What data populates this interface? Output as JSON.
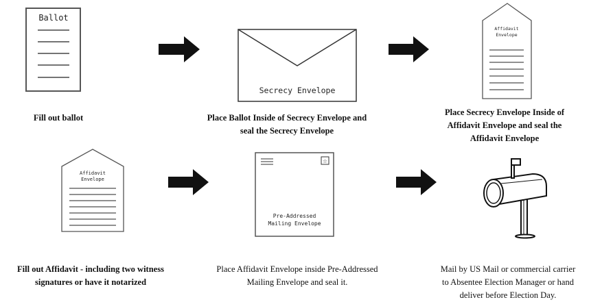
{
  "docs": {
    "ballot_title": "Ballot",
    "secrecy_label": "Secrecy Envelope",
    "affidavit_label_1": "Affidavit\nEnvelope",
    "affidavit_label_2": "Affidavit\nEnvelope",
    "mailing_label": "Pre-Addressed\nMailing Envelope"
  },
  "steps": [
    {
      "caption": "Fill out ballot"
    },
    {
      "caption": "Place Ballot Inside of Secrecy Envelope and\nseal the Secrecy Envelope"
    },
    {
      "caption": "Place Secrecy Envelope Inside of\nAffidavit Envelope and seal the\nAffidavit Envelope"
    },
    {
      "caption": "Fill out Affidavit - including two witness\nsignatures or have it notarized"
    },
    {
      "caption": "Place Affidavit Envelope inside Pre-Addressed\nMailing Envelope and seal it."
    },
    {
      "caption": "Mail by US Mail or commercial carrier\nto Absentee Election Manager or hand\ndeliver before Election Day."
    }
  ]
}
